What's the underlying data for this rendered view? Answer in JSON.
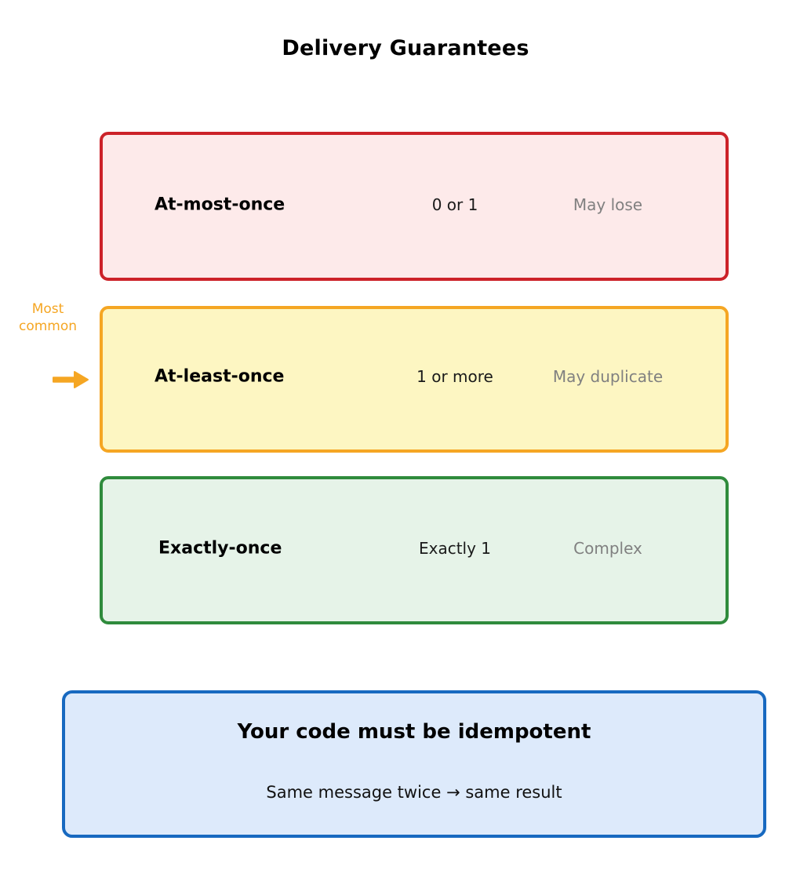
{
  "page": {
    "title": "Delivery Guarantees",
    "background": "#ffffff"
  },
  "colors": {
    "red_border": "#cc2229",
    "red_fill": "#fdeaea",
    "orange_border": "#f5a623",
    "yellow_fill": "#fdf6c2",
    "green_border": "#2f8b3c",
    "green_fill": "#e6f3e8",
    "blue_border": "#1769c0",
    "blue_fill": "#ddeafb",
    "note_gray": "#808080"
  },
  "guarantees": [
    {
      "name": "At-most-once",
      "count": "0 or 1",
      "note": "May lose",
      "border_color": "#cc2229",
      "fill_color": "#fdeaea"
    },
    {
      "name": "At-least-once",
      "count": "1 or more",
      "note": "May duplicate",
      "border_color": "#f5a623",
      "fill_color": "#fdf6c2"
    },
    {
      "name": "Exactly-once",
      "count": "Exactly 1",
      "note": "Complex",
      "border_color": "#2f8b3c",
      "fill_color": "#e6f3e8"
    }
  ],
  "annotation": {
    "line1": "Most",
    "line2": "common",
    "icon": "arrow-right-icon",
    "color": "#f5a623",
    "points_to": "At-least-once"
  },
  "callout": {
    "heading": "Your code must be idempotent",
    "subtext": "Same message twice → same result",
    "border_color": "#1769c0",
    "fill_color": "#ddeafb"
  }
}
